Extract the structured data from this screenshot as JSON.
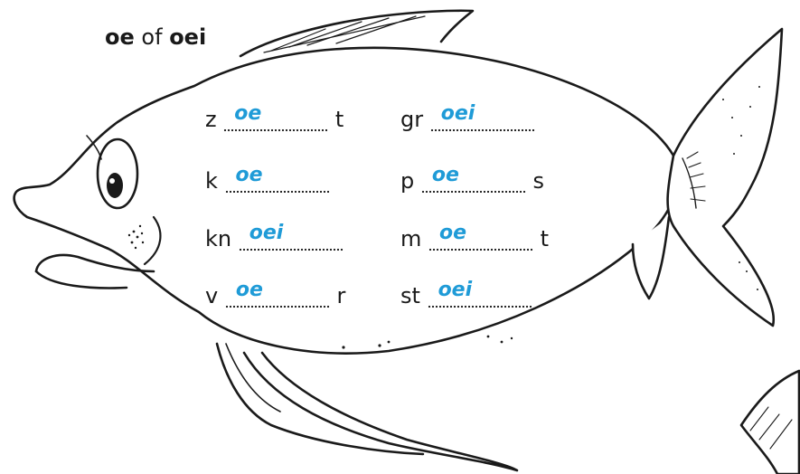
{
  "instruction": {
    "part1": "oe",
    "joiner": "of",
    "part2": "oei"
  },
  "exercises": [
    {
      "pre": "z",
      "answer": "oe",
      "post": "t"
    },
    {
      "pre": "k",
      "answer": "oe",
      "post": ""
    },
    {
      "pre": "kn",
      "answer": "oei",
      "post": ""
    },
    {
      "pre": "v",
      "answer": "oe",
      "post": "r"
    },
    {
      "pre": "gr",
      "answer": "oei",
      "post": ""
    },
    {
      "pre": "p",
      "answer": "oe",
      "post": "s"
    },
    {
      "pre": "m",
      "answer": "oe",
      "post": "t"
    },
    {
      "pre": "st",
      "answer": "oei",
      "post": ""
    }
  ],
  "colors": {
    "answer": "#1f9bd7",
    "ink": "#1a1a1a"
  },
  "illustration": "fish-illustration"
}
